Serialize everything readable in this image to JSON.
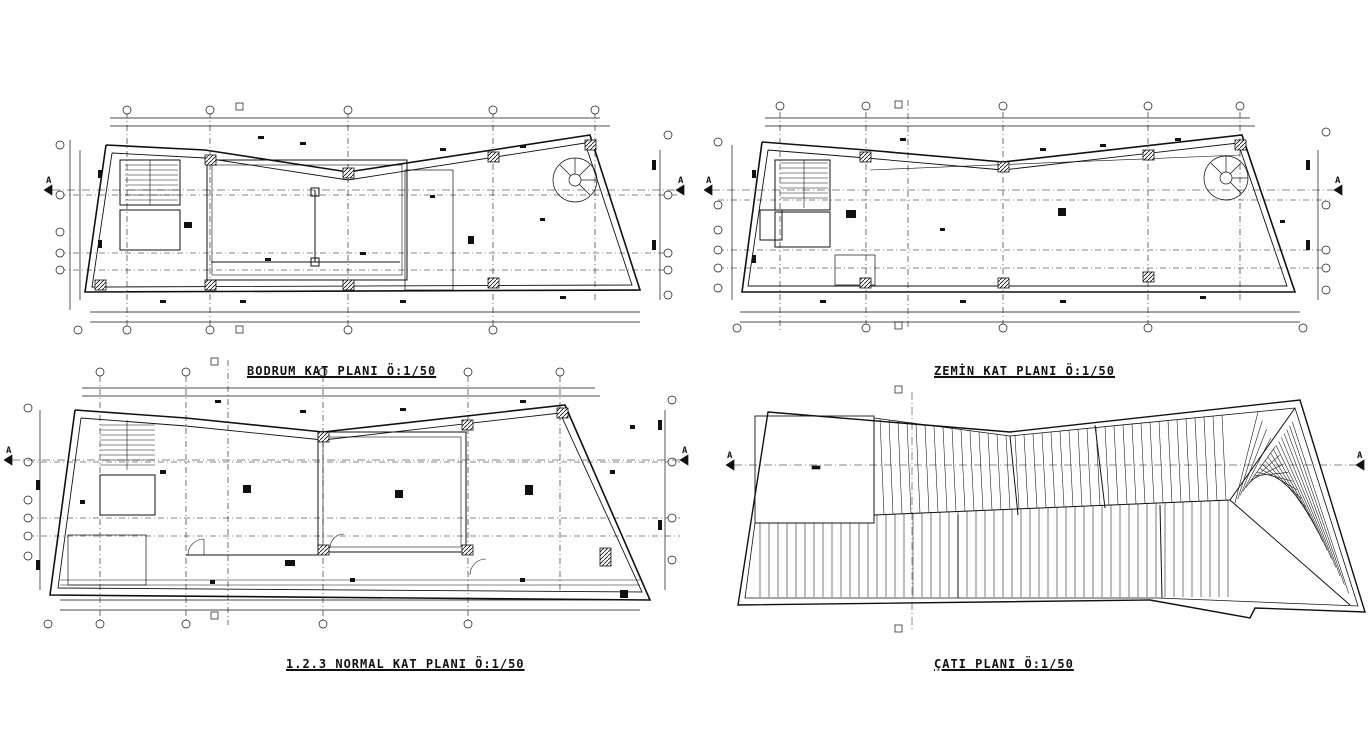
{
  "drawing": {
    "ink_color": "#111111",
    "paper_color": "#ffffff",
    "plans": [
      {
        "id": "bodrum",
        "title": "BODRUM  KAT PLANI Ö:1/50",
        "section_mark": "A"
      },
      {
        "id": "zemin",
        "title": "ZEMİN KAT PLANI Ö:1/50",
        "section_mark": "A"
      },
      {
        "id": "normal",
        "title": "1.2.3  NORMAL KAT PLANI Ö:1/50",
        "section_mark": "A"
      },
      {
        "id": "cati",
        "title": "ÇATI PLANI Ö:1/50",
        "section_mark": "A"
      }
    ]
  }
}
